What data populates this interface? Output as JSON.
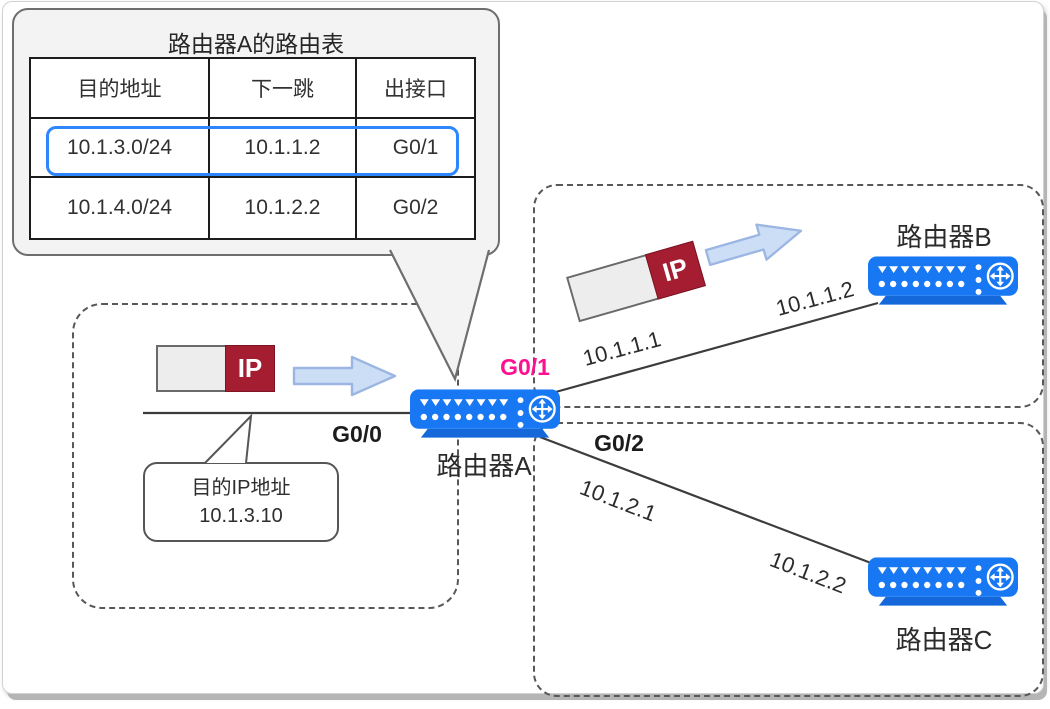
{
  "routing_table": {
    "title": "路由器A的路由表",
    "headers": [
      "目的地址",
      "下一跳",
      "出接口"
    ],
    "rows": [
      [
        "10.1.3.0/24",
        "10.1.1.2",
        "G0/1"
      ],
      [
        "10.1.4.0/24",
        "10.1.2.2",
        "G0/2"
      ]
    ],
    "highlighted_row": 0
  },
  "dest_callout": {
    "line1": "目的IP地址",
    "line2": "10.1.3.10"
  },
  "packet_label": "IP",
  "routers": {
    "a": {
      "name": "路由器A"
    },
    "b": {
      "name": "路由器B"
    },
    "c": {
      "name": "路由器C"
    }
  },
  "interface_labels": {
    "g0_0": "G0/0",
    "g0_1": "G0/1",
    "g0_2": "G0/2"
  },
  "link_labels": {
    "a_to_b_near": "10.1.1.1",
    "a_to_b_far": "10.1.1.2",
    "a_to_c_near": "10.1.2.1",
    "a_to_c_far": "10.1.2.2"
  },
  "colors": {
    "router_blue": "#1877f2",
    "router_base_blue": "#1468da",
    "highlight_blue": "#2e86ff",
    "interface_magenta": "#ff1090",
    "packet_red": "#a51d30",
    "arrow_fill": "#ccddf6",
    "arrow_stroke": "#9bb6e2",
    "line_gray": "#3c3c3c",
    "zone_dash_gray": "#585858"
  }
}
